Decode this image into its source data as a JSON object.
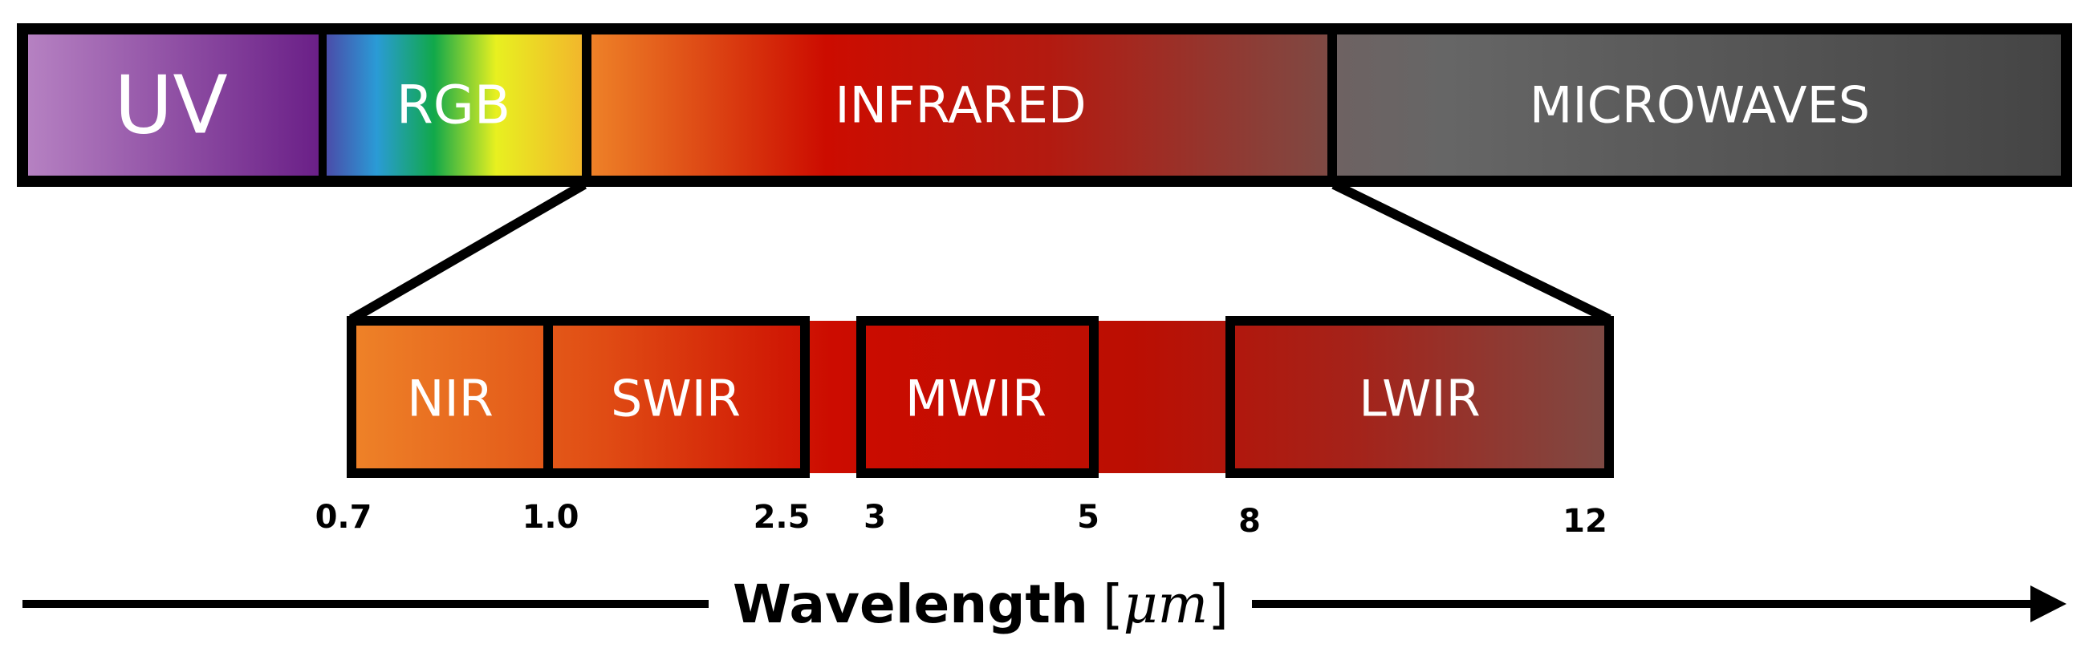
{
  "spectrum": {
    "bands": [
      {
        "id": "uv",
        "label": "UV"
      },
      {
        "id": "rgb",
        "label": "RGB"
      },
      {
        "id": "infrared",
        "label": "INFRARED"
      },
      {
        "id": "microwaves",
        "label": "MICROWAVES"
      }
    ]
  },
  "infrared_detail": {
    "bands": [
      {
        "id": "nir",
        "label": "NIR"
      },
      {
        "id": "swir",
        "label": "SWIR"
      },
      {
        "id": "mwir",
        "label": "MWIR"
      },
      {
        "id": "lwir",
        "label": "LWIR"
      }
    ],
    "ticks": [
      "0.7",
      "1.0",
      "2.5",
      "3",
      "5",
      "8",
      "12"
    ]
  },
  "axis": {
    "label": "Wavelength",
    "bracket_open": "[",
    "unit": "μm",
    "bracket_close": "]"
  },
  "colors": {
    "outline": "#000000",
    "uv": [
      "#b783c3",
      "#6a1f87"
    ],
    "rgb": [
      "#4b4aa8",
      "#2a9bd6",
      "#11a84a",
      "#e8f020",
      "#f2b52c"
    ],
    "infrared": [
      "#ee8228",
      "#cc0c00",
      "#7e4a44"
    ],
    "microwaves": [
      "#6e6262",
      "#444444"
    ]
  }
}
